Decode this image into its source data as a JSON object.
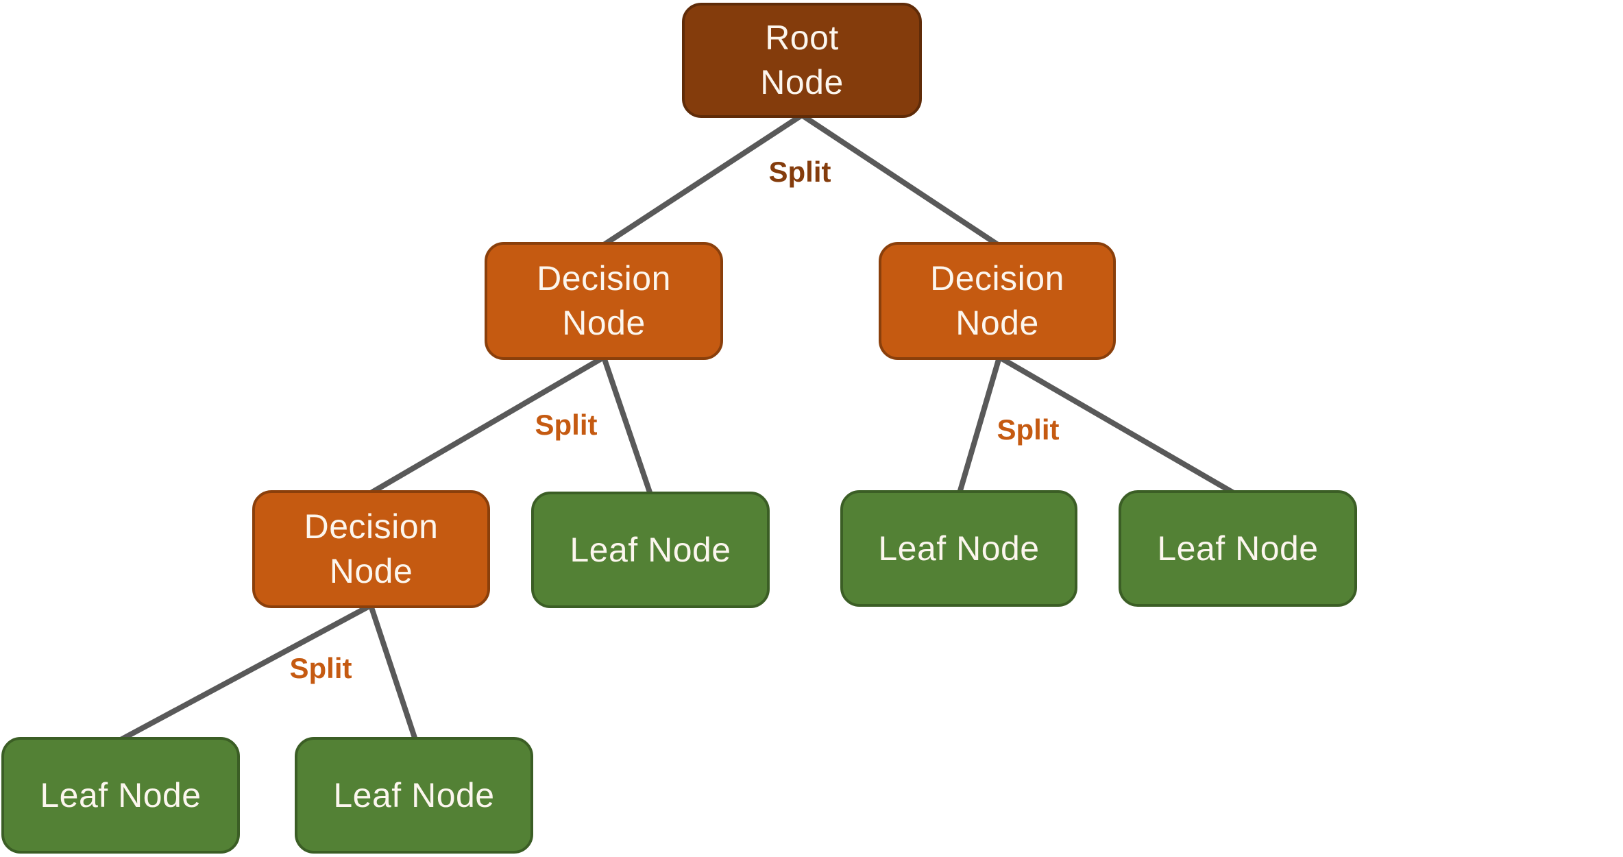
{
  "diagram": {
    "type": "decision-tree",
    "nodes": [
      {
        "id": "root",
        "type": "root",
        "label": "Root Node",
        "line1": "Root",
        "line2": "Node"
      },
      {
        "id": "d1",
        "type": "decision",
        "label": "Decision Node",
        "line1": "Decision",
        "line2": "Node"
      },
      {
        "id": "d2",
        "type": "decision",
        "label": "Decision Node",
        "line1": "Decision",
        "line2": "Node"
      },
      {
        "id": "d3",
        "type": "decision",
        "label": "Decision Node",
        "line1": "Decision",
        "line2": "Node"
      },
      {
        "id": "leaf1",
        "type": "leaf",
        "label": "Leaf Node",
        "line1": "Leaf Node",
        "line2": ""
      },
      {
        "id": "leaf2",
        "type": "leaf",
        "label": "Leaf Node",
        "line1": "Leaf Node",
        "line2": ""
      },
      {
        "id": "leaf3",
        "type": "leaf",
        "label": "Leaf Node",
        "line1": "Leaf Node",
        "line2": ""
      },
      {
        "id": "leaf4",
        "type": "leaf",
        "label": "Leaf Node",
        "line1": "Leaf Node",
        "line2": ""
      },
      {
        "id": "leaf5",
        "type": "leaf",
        "label": "Leaf Node",
        "line1": "Leaf Node",
        "line2": ""
      }
    ],
    "edges": [
      {
        "from": "root",
        "to": "d1"
      },
      {
        "from": "root",
        "to": "d2"
      },
      {
        "from": "d1",
        "to": "d3"
      },
      {
        "from": "d1",
        "to": "leaf1"
      },
      {
        "from": "d2",
        "to": "leaf2"
      },
      {
        "from": "d2",
        "to": "leaf3"
      },
      {
        "from": "d3",
        "to": "leaf4"
      },
      {
        "from": "d3",
        "to": "leaf5"
      }
    ],
    "edge_labels": [
      {
        "id": "split-root",
        "label": "Split",
        "at": "root"
      },
      {
        "id": "split-d1",
        "label": "Split",
        "at": "d1"
      },
      {
        "id": "split-d2",
        "label": "Split",
        "at": "d2"
      },
      {
        "id": "split-d3",
        "label": "Split",
        "at": "d3"
      }
    ],
    "colors": {
      "background": "#FFFFFF",
      "root_fill": "#843C0C",
      "root_border": "#5F2B08",
      "decision_fill": "#C55A11",
      "decision_border": "#8A3F0B",
      "leaf_fill": "#538135",
      "leaf_border": "#3B5E25",
      "connector": "#595959",
      "split_root": "#843C0C",
      "split_decision": "#C55A11",
      "node_text": "#FCF6EE"
    }
  }
}
